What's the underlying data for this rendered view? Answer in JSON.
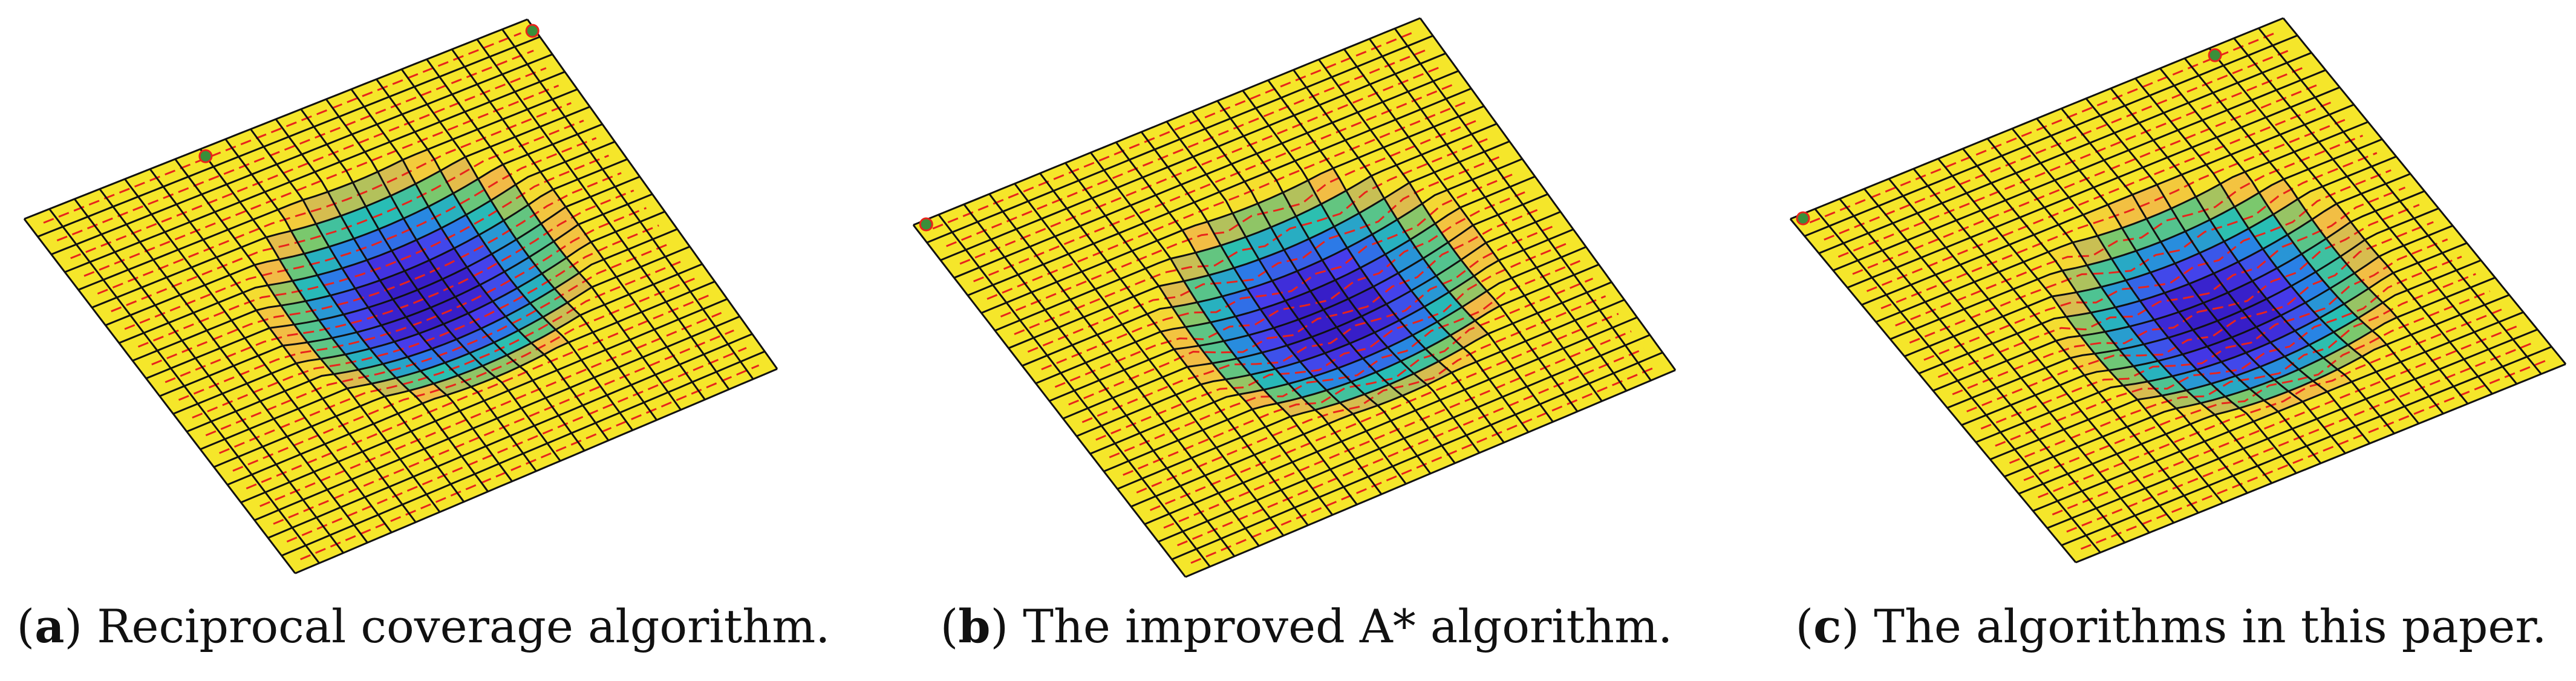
{
  "colors": {
    "floor": "#f5e62a",
    "grid": "#111111",
    "path": "#e8241c",
    "deep": "#3b2fe0",
    "start_marker": "#3a8f3a"
  },
  "panels": [
    {
      "id": "a",
      "caption_open": "(",
      "caption_letter": "a",
      "caption_close": ")",
      "caption_text": " Reciprocal coverage algorithm."
    },
    {
      "id": "b",
      "caption_open": "(",
      "caption_letter": "b",
      "caption_close": ")",
      "caption_text": " The improved A* algorithm."
    },
    {
      "id": "c",
      "caption_open": "(",
      "caption_letter": "c",
      "caption_close": ")",
      "caption_text": " The algorithms in this paper."
    }
  ]
}
